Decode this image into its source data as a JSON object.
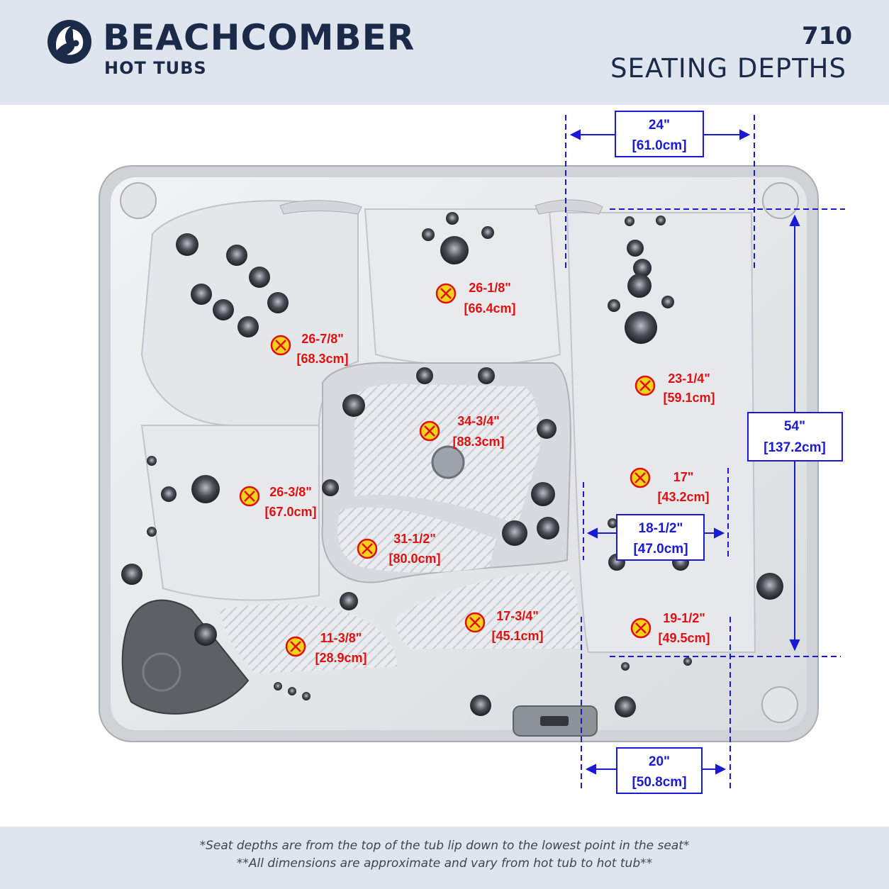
{
  "header": {
    "brand": "BEACHCOMBER",
    "brand_sub": "HOT TUBS",
    "model": "710",
    "subtitle": "SEATING DEPTHS"
  },
  "seats": [
    {
      "imperial": "26-1/8\"",
      "metric": "[66.4cm]"
    },
    {
      "imperial": "26-7/8\"",
      "metric": "[68.3cm]"
    },
    {
      "imperial": "23-1/4\"",
      "metric": "[59.1cm]"
    },
    {
      "imperial": "34-3/4\"",
      "metric": "[88.3cm]"
    },
    {
      "imperial": "17\"",
      "metric": "[43.2cm]"
    },
    {
      "imperial": "26-3/8\"",
      "metric": "[67.0cm]"
    },
    {
      "imperial": "31-1/2\"",
      "metric": "[80.0cm]"
    },
    {
      "imperial": "17-3/4\"",
      "metric": "[45.1cm]"
    },
    {
      "imperial": "19-1/2\"",
      "metric": "[49.5cm]"
    },
    {
      "imperial": "11-3/8\"",
      "metric": "[28.9cm]"
    }
  ],
  "dimensions": [
    {
      "imperial": "24\"",
      "metric": "[61.0cm]"
    },
    {
      "imperial": "54\"",
      "metric": "[137.2cm]"
    },
    {
      "imperial": "18-1/2\"",
      "metric": "[47.0cm]"
    },
    {
      "imperial": "20\"",
      "metric": "[50.8cm]"
    }
  ],
  "footer": {
    "note1": "*Seat depths are from the top of the tub lip down to the lowest point in the seat*",
    "note2": "**All dimensions are approximate and vary from hot tub to hot tub**"
  },
  "colors": {
    "brand": "#1c2a4a",
    "header_bg": "#dfe5ee",
    "dimension": "#1a1ad6",
    "seat_label": "#e01010",
    "seat_marker": "#f2d21b"
  }
}
